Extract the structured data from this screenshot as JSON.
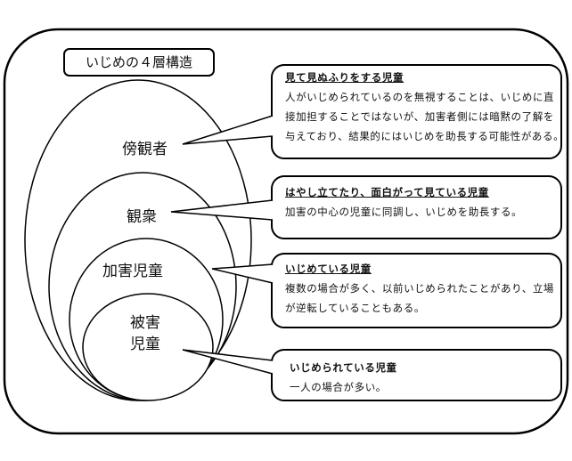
{
  "title": "いじめの４層構造",
  "layers": [
    {
      "label": "傍観者"
    },
    {
      "label": "観衆"
    },
    {
      "label": "加害児童"
    },
    {
      "label_line1": "被害",
      "label_line2": "児童"
    }
  ],
  "callouts": [
    {
      "heading": "見て見ぬふりをする児童",
      "lines": [
        "人がいじめられているのを無視することは、いじめに直",
        "接加担することではないが、加害者側には暗黙の了解を",
        "与えており、結果的にはいじめを助長する可能性がある。"
      ]
    },
    {
      "heading": "はやし立てたり、面白がって見ている児童",
      "lines": [
        "加害の中心の児童に同調し、いじめを助長する。"
      ]
    },
    {
      "heading": "いじめている児童",
      "lines": [
        "複数の場合が多く、以前いじめられたことがあり、立場",
        "が逆転していることもある。"
      ]
    },
    {
      "heading": "いじめられている児童",
      "lines": [
        "一人の場合が多い。"
      ]
    }
  ]
}
